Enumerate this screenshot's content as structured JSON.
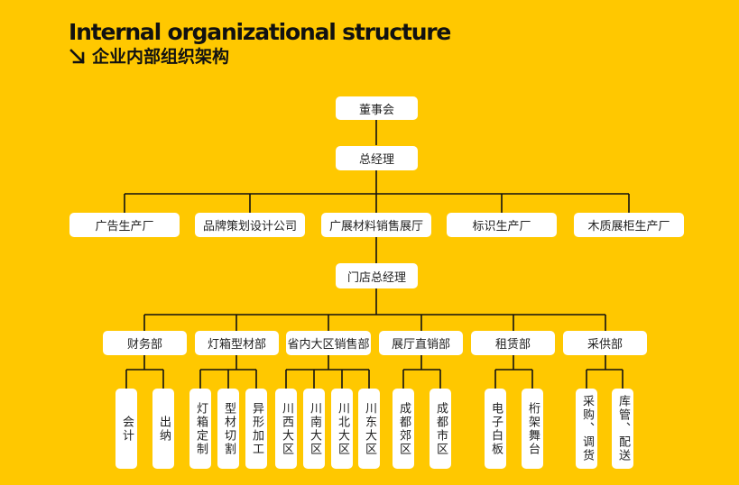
{
  "title": {
    "en": "Internal organizational structure",
    "zh": "企业内部组织架构"
  },
  "colors": {
    "background": "#FFC800",
    "box": "#FFFFFF",
    "line": "#111111"
  },
  "icons": {
    "title_arrow": "arrow-down-right-icon"
  },
  "board": "董事会",
  "general_manager": "总经理",
  "companies": [
    "广告生产厂",
    "品牌策划设计公司",
    "广展材料销售展厅",
    "标识生产厂",
    "木质展柜生产厂"
  ],
  "store_manager": "门店总经理",
  "departments": [
    {
      "label": "财务部",
      "units": [
        "会计",
        "出纳"
      ]
    },
    {
      "label": "灯箱型材部",
      "units": [
        "灯箱定制",
        "型材切割",
        "异形加工"
      ]
    },
    {
      "label": "省内大区销售部",
      "units": [
        "川西大区",
        "川南大区",
        "川北大区",
        "川东大区"
      ]
    },
    {
      "label": "展厅直销部",
      "units": [
        "成都郊区",
        "成都市区"
      ]
    },
    {
      "label": "租赁部",
      "units": [
        "电子白板",
        "桁架舞台"
      ]
    },
    {
      "label": "采供部",
      "units": [
        "采购、调货",
        "库管、配送"
      ]
    }
  ]
}
